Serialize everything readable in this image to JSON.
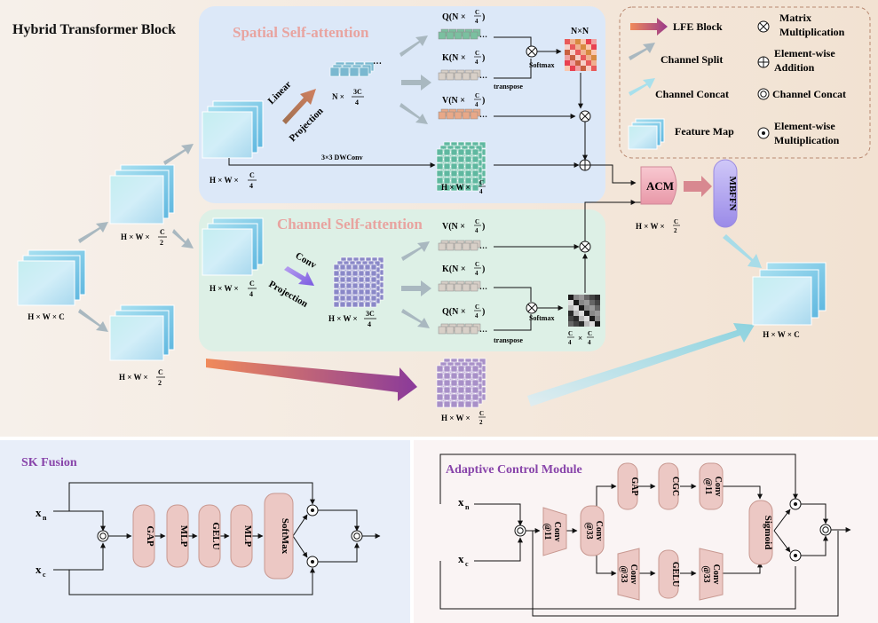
{
  "hybrid": {
    "title": "Hybrid Transformer Block",
    "spatial_title": "Spatial Self-attention",
    "channel_title": "Channel Self-attention",
    "linear": "Linear",
    "projection": "Projection",
    "conv": "Conv",
    "dwconv": "3×3 DWConv",
    "transpose": "transpose",
    "softmax": "Softmax",
    "nxn": "N×N",
    "q": "Q(N ×",
    "k": "K(N ×",
    "v": "V(N ×",
    "c": "C",
    "four": "4",
    "two": "2",
    "close": ")",
    "hwc": "H × W × C",
    "hw": "H × W ×",
    "n_times": "N ×",
    "three_c": "3C",
    "times": "×",
    "acm": "ACM",
    "mbffn": "MBFFN",
    "ellipsis": "…"
  },
  "legend": {
    "lfe": "LFE Block",
    "matrix": "Matrix",
    "multiplication": "Multiplication",
    "channel_split": "Channel Split",
    "elementwise": "Element-wise",
    "addition": "Addition",
    "channel_concat": "Channel Concat",
    "feature_map": "Feature Map",
    "elementwise2": "Element-wise",
    "multiplication2": "Multiplication"
  },
  "sk": {
    "title": "SK Fusion",
    "xn": "x",
    "n": "n",
    "xc": "x",
    "c": "c",
    "blocks": [
      "GAP",
      "MLP",
      "GELU",
      "MLP",
      "SoftMax"
    ]
  },
  "acm_module": {
    "title": "Adaptive Control Module",
    "xn": "x",
    "n": "n",
    "xc": "x",
    "c": "c",
    "conv11": "Conv",
    "at11": "@11",
    "conv33": "Conv",
    "at33": "@33",
    "gap": "GAP",
    "cgc": "CGC",
    "gelu": "GELU",
    "sigmoid": "Sigmoid"
  },
  "colors": {
    "top_bg": "#f7ede3",
    "spatial_bg": "#dce8f8",
    "channel_bg": "#ddf0e8",
    "sk_bg": "#e8eef8",
    "acm_bg": "#faf4f4",
    "block_fill": "#ecc8c4",
    "block_stroke": "#c89890",
    "purple_title": "#8844aa",
    "pink_title": "#e89090",
    "blue_title": "#2d56a8"
  }
}
